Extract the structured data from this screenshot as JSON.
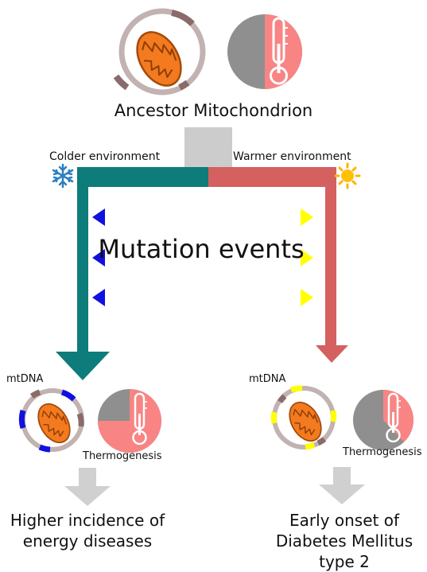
{
  "title": "Ancestor Mitochondrion",
  "branches": {
    "cold": {
      "label": "Colder environment",
      "color": "#0e7c7b",
      "marker_color": "#1010e0",
      "icon": "snowflake-icon"
    },
    "warm": {
      "label": "Warmer environment",
      "color": "#d46060",
      "marker_color": "#ffff00",
      "icon": "sun-icon"
    }
  },
  "center_label": "Mutation events",
  "left_result": {
    "mtdna_label": "mtDNA",
    "thermo_label": "Thermogenesis",
    "outcome": "Higher incidence of energy diseases",
    "thermo_warm_fraction": 0.75
  },
  "right_result": {
    "mtdna_label": "mtDNA",
    "thermo_label": "Thermogenesis",
    "outcome": "Early onset of Diabetes Mellitus type 2",
    "thermo_warm_fraction": 0.38
  },
  "ancestor_thermo_warm_fraction": 0.5
}
